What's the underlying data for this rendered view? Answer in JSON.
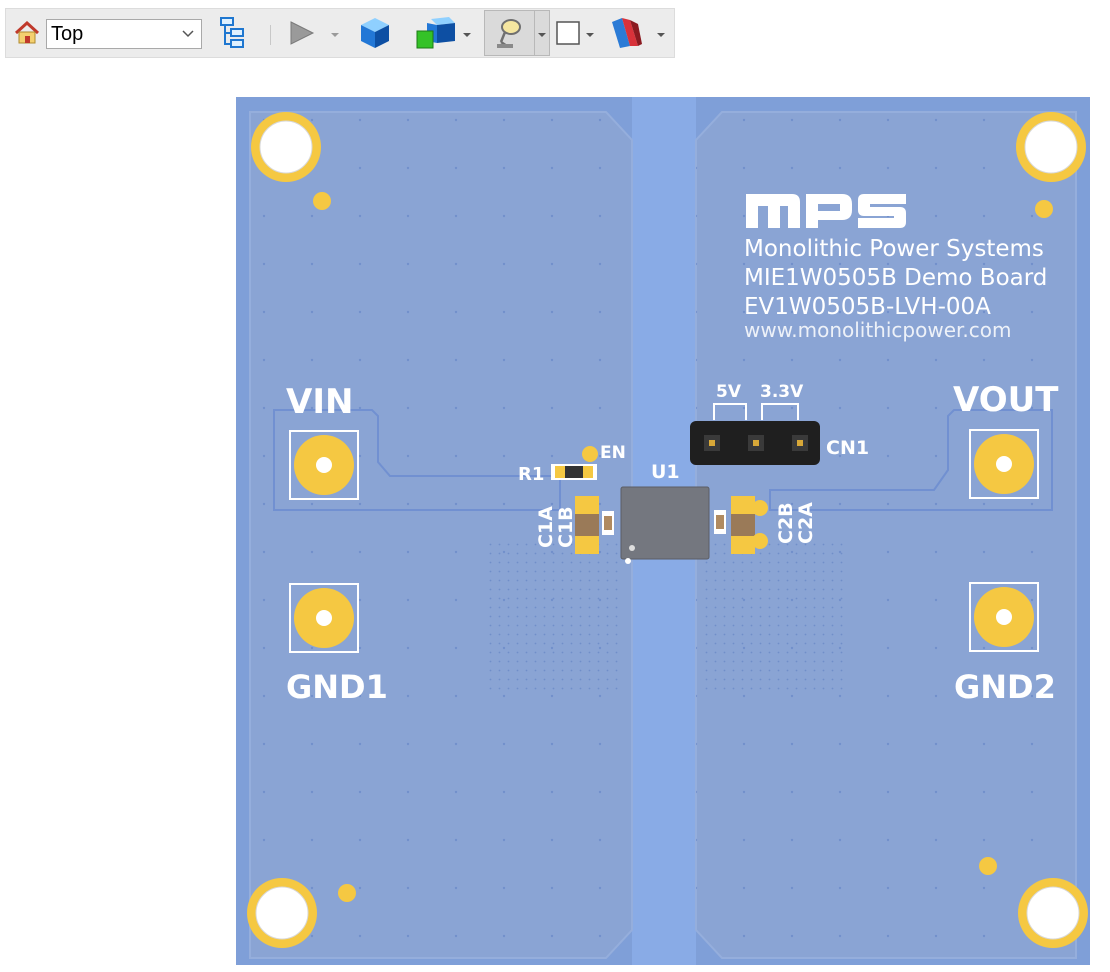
{
  "toolbar": {
    "view_selected": "Top",
    "icons": [
      "home-icon",
      "tree-structure-icon",
      "play-icon",
      "cube-icon",
      "multi-cube-icon",
      "lamp-icon",
      "square-outline-icon",
      "shading-icon"
    ]
  },
  "board": {
    "color_board": "#7f9fd8",
    "color_pad": "#f5c842",
    "color_text": "#ffffff",
    "logo": "mps",
    "company": "Monolithic Power Systems",
    "product": "MIE1W0505B Demo Board",
    "part_number": "EV1W0505B-LVH-00A",
    "website": "www.monolithicpower.com",
    "labels": {
      "vin": "VIN",
      "vout": "VOUT",
      "gnd1": "GND1",
      "gnd2": "GND2",
      "en": "EN",
      "r1": "R1",
      "u1": "U1",
      "c1a": "C1A",
      "c1b": "C1B",
      "c2a": "C2A",
      "c2b": "C2B",
      "cn1": "CN1",
      "jumper_5v": "5V",
      "jumper_3v3": "3.3V"
    }
  }
}
